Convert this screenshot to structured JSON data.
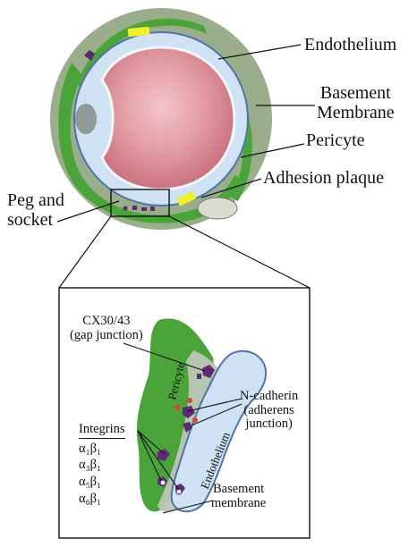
{
  "labels": {
    "endothelium": "Endothelium",
    "basement_membrane_line1": "Basement",
    "basement_membrane_line2": "Membrane",
    "pericyte": "Pericyte",
    "adhesion_plaque": "Adhesion plaque",
    "peg_socket_line1": "Peg and",
    "peg_socket_line2": "socket"
  },
  "inset": {
    "gap_junction_line1": "CX30/43",
    "gap_junction_line2": "(gap junction)",
    "pericyte": "Pericyte",
    "endothelium": "Endothelium",
    "ncadherin_line1": "N-cadherin",
    "ncadherin_line2": "(adherens",
    "ncadherin_line3": "junction)",
    "integrins_title": "Integrins",
    "integrins": [
      "α₁β₁",
      "α₃β₁",
      "α₅β₁",
      "α₆β₁"
    ],
    "basement_line1": "Basement",
    "basement_line2": "membrane"
  },
  "colors": {
    "basement_membrane": "#9aae8c",
    "pericyte": "#4aa43a",
    "endothelium": "#cfe2f4",
    "endothelium_outline": "#4f72b0",
    "lumen": "#d9848f",
    "nucleus": "#8f9a99",
    "adhesion_plaque": "#f1ef2a",
    "junction": "#5d2a78"
  }
}
